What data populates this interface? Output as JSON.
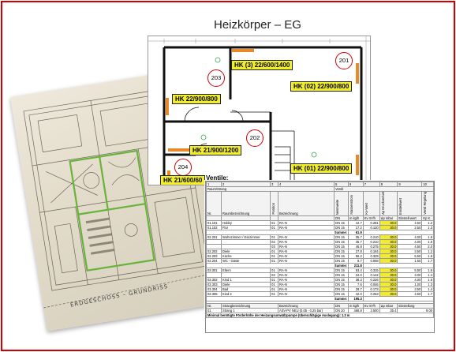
{
  "title": "Heizkörper – EG",
  "photo": {
    "caption": "ERDGESCHOSS – GRUNDRISS"
  },
  "plan": {
    "rooms": [
      {
        "id": "room-201",
        "no": "201"
      },
      {
        "id": "room-202",
        "no": "202"
      },
      {
        "id": "room-203",
        "no": "203"
      },
      {
        "id": "room-204",
        "no": "204"
      }
    ],
    "labels": [
      {
        "id": "hk-03",
        "text": "HK (3) 22/600/1400"
      },
      {
        "id": "hk-02",
        "text": "HK (02) 22/900/800"
      },
      {
        "id": "hk-22",
        "text": "HK 22/900/800"
      },
      {
        "id": "hk-21a",
        "text": "HK 21/900/1200"
      },
      {
        "id": "hk-01",
        "text": "HK (01) 22/900/800"
      },
      {
        "id": "hk-21b",
        "text": "HK 21/600/60"
      }
    ],
    "colors": {
      "label_bg": "#f2ef2a",
      "room_circle": "#d40000",
      "radiator": "#e98a2a"
    }
  },
  "ventile": {
    "title": "Ventile:",
    "col_numbers": [
      "1",
      "2",
      "3",
      "4",
      "5",
      "6",
      "7",
      "8",
      "9",
      "10"
    ],
    "group_headers": {
      "raum": "Raum/Strang",
      "ventil": "Ventil"
    },
    "headers": [
      "Nr.",
      "Raumbezeichnung",
      "Position",
      "Bezeichnung",
      "Nennweite",
      "Massenstrom",
      "Kv-Wert",
      "Δp Druckverlust",
      "Einstellwert",
      "Ventil Regelung"
    ],
    "sub_headers": [
      "",
      "",
      "",
      "",
      "DN",
      "m kg/h",
      "Kv m³/h",
      "Δp mbar",
      "Einstell-wert",
      "Kp K"
    ],
    "rows": [
      {
        "nr": "01.101",
        "raum": "Hobby",
        "pos": "01",
        "bez": "RA-N",
        "dn": "DN 15",
        "m": "44.7",
        "kv": "0.281",
        "dp": "30.0",
        "ew": "4.50",
        "kp": "1.2"
      },
      {
        "nr": "01.102",
        "raum": "Flur",
        "pos": "01",
        "bez": "RA-N",
        "dn": "DN 15",
        "m": "17.2",
        "kv": "0.120",
        "dp": "30.0",
        "ew": "2.50",
        "kp": "1.3"
      },
      {
        "sum": "Summe:",
        "m": "61.9"
      },
      {
        "nr": "02.201",
        "raum": "Wohnzimmer / Esszimmer",
        "pos": "01",
        "bez": "RA-N",
        "dn": "DN 15",
        "m": "35.7",
        "kv": "0.210",
        "dp": "30.0",
        "ew": "4.00",
        "kp": "1.5"
      },
      {
        "nr": "",
        "raum": "",
        "pos": "02",
        "bez": "RA-N",
        "dn": "DN 15",
        "m": "35.7",
        "kv": "0.210",
        "dp": "30.0",
        "ew": "4.00",
        "kp": "1.5"
      },
      {
        "nr": "",
        "raum": "",
        "pos": "03",
        "bez": "RA-N",
        "dn": "DN 15",
        "m": "46.8",
        "kv": "0.275",
        "dp": "30.0",
        "ew": "4.50",
        "kp": "2.0"
      },
      {
        "nr": "02.202",
        "raum": "Diele",
        "pos": "01",
        "bez": "RA-N",
        "dn": "DN 15",
        "m": "27.8",
        "kv": "0.164",
        "dp": "30.0",
        "ew": "3.50",
        "kp": "1.2"
      },
      {
        "nr": "02.203",
        "raum": "Küche",
        "pos": "01",
        "bez": "RA-N",
        "dn": "DN 15",
        "m": "56.2",
        "kv": "0.329",
        "dp": "30.0",
        "ew": "5.50",
        "kp": "1.5"
      },
      {
        "nr": "02.204",
        "raum": "WC - Gäste",
        "pos": "01",
        "bez": "RA-N",
        "dn": "DN 15",
        "m": "9.7",
        "kv": "0.058",
        "dp": "30.0",
        "ew": "1.50",
        "kp": "1.7"
      },
      {
        "sum": "Summe:",
        "m": "211.8"
      },
      {
        "nr": "03.301",
        "raum": "Eltern",
        "pos": "01",
        "bez": "RA-N",
        "dn": "DN 15",
        "m": "53.4",
        "kv": "0.315",
        "dp": "30.0",
        "ew": "5.50",
        "kp": "1.6"
      },
      {
        "nr": "",
        "raum": "",
        "pos": "02",
        "bez": "RA-N",
        "dn": "DN 15",
        "m": "24.0",
        "kv": "0.142",
        "dp": "30.0",
        "ew": "3.00",
        "kp": "1.4"
      },
      {
        "nr": "03.302",
        "raum": "Kind 1",
        "pos": "01",
        "bez": "RA-N",
        "dn": "DN 15",
        "m": "38.3",
        "kv": "0.226",
        "dp": "30.0",
        "ew": "4.00",
        "kp": "1.6"
      },
      {
        "nr": "03.303",
        "raum": "Diele",
        "pos": "01",
        "bez": "RA-N",
        "dn": "DN 15",
        "m": "7.6",
        "kv": "0.046",
        "dp": "30.0",
        "ew": "1.00",
        "kp": "1.3"
      },
      {
        "nr": "03.304",
        "raum": "Bad",
        "pos": "01",
        "bez": "RA-N",
        "dn": "DN 15",
        "m": "29.7",
        "kv": "0.173",
        "dp": "30.0",
        "ew": "3.50",
        "kp": "1.4"
      },
      {
        "nr": "03.305",
        "raum": "Kind 2",
        "pos": "01",
        "bez": "RA-N",
        "dn": "DN 15",
        "m": "42.0",
        "kv": "0.263",
        "dp": "30.0",
        "ew": "4.50",
        "kp": "1.7"
      },
      {
        "sum": "Summe:",
        "m": "195.3"
      }
    ],
    "strang_headers": [
      "Nr.",
      "Strangbezeichnung",
      "Bezeichnung",
      "DN",
      "m kg/h",
      "Kv m³/h",
      "Δp mbar",
      "Einstellung"
    ],
    "strang_row": {
      "nr": "01",
      "name": "Strang 1",
      "bez": "ASV-PV NEU (0.05 - 0.25 bar)",
      "dn": "DN 20",
      "m": "468.8",
      "kv": "2.500",
      "dp": "35.4",
      "ew": "8.00"
    },
    "footer": "Minimal benötigte Förderhöhe der Heizungsumwälzpumpe (überschlägige Auslegung): 1.3 m"
  }
}
